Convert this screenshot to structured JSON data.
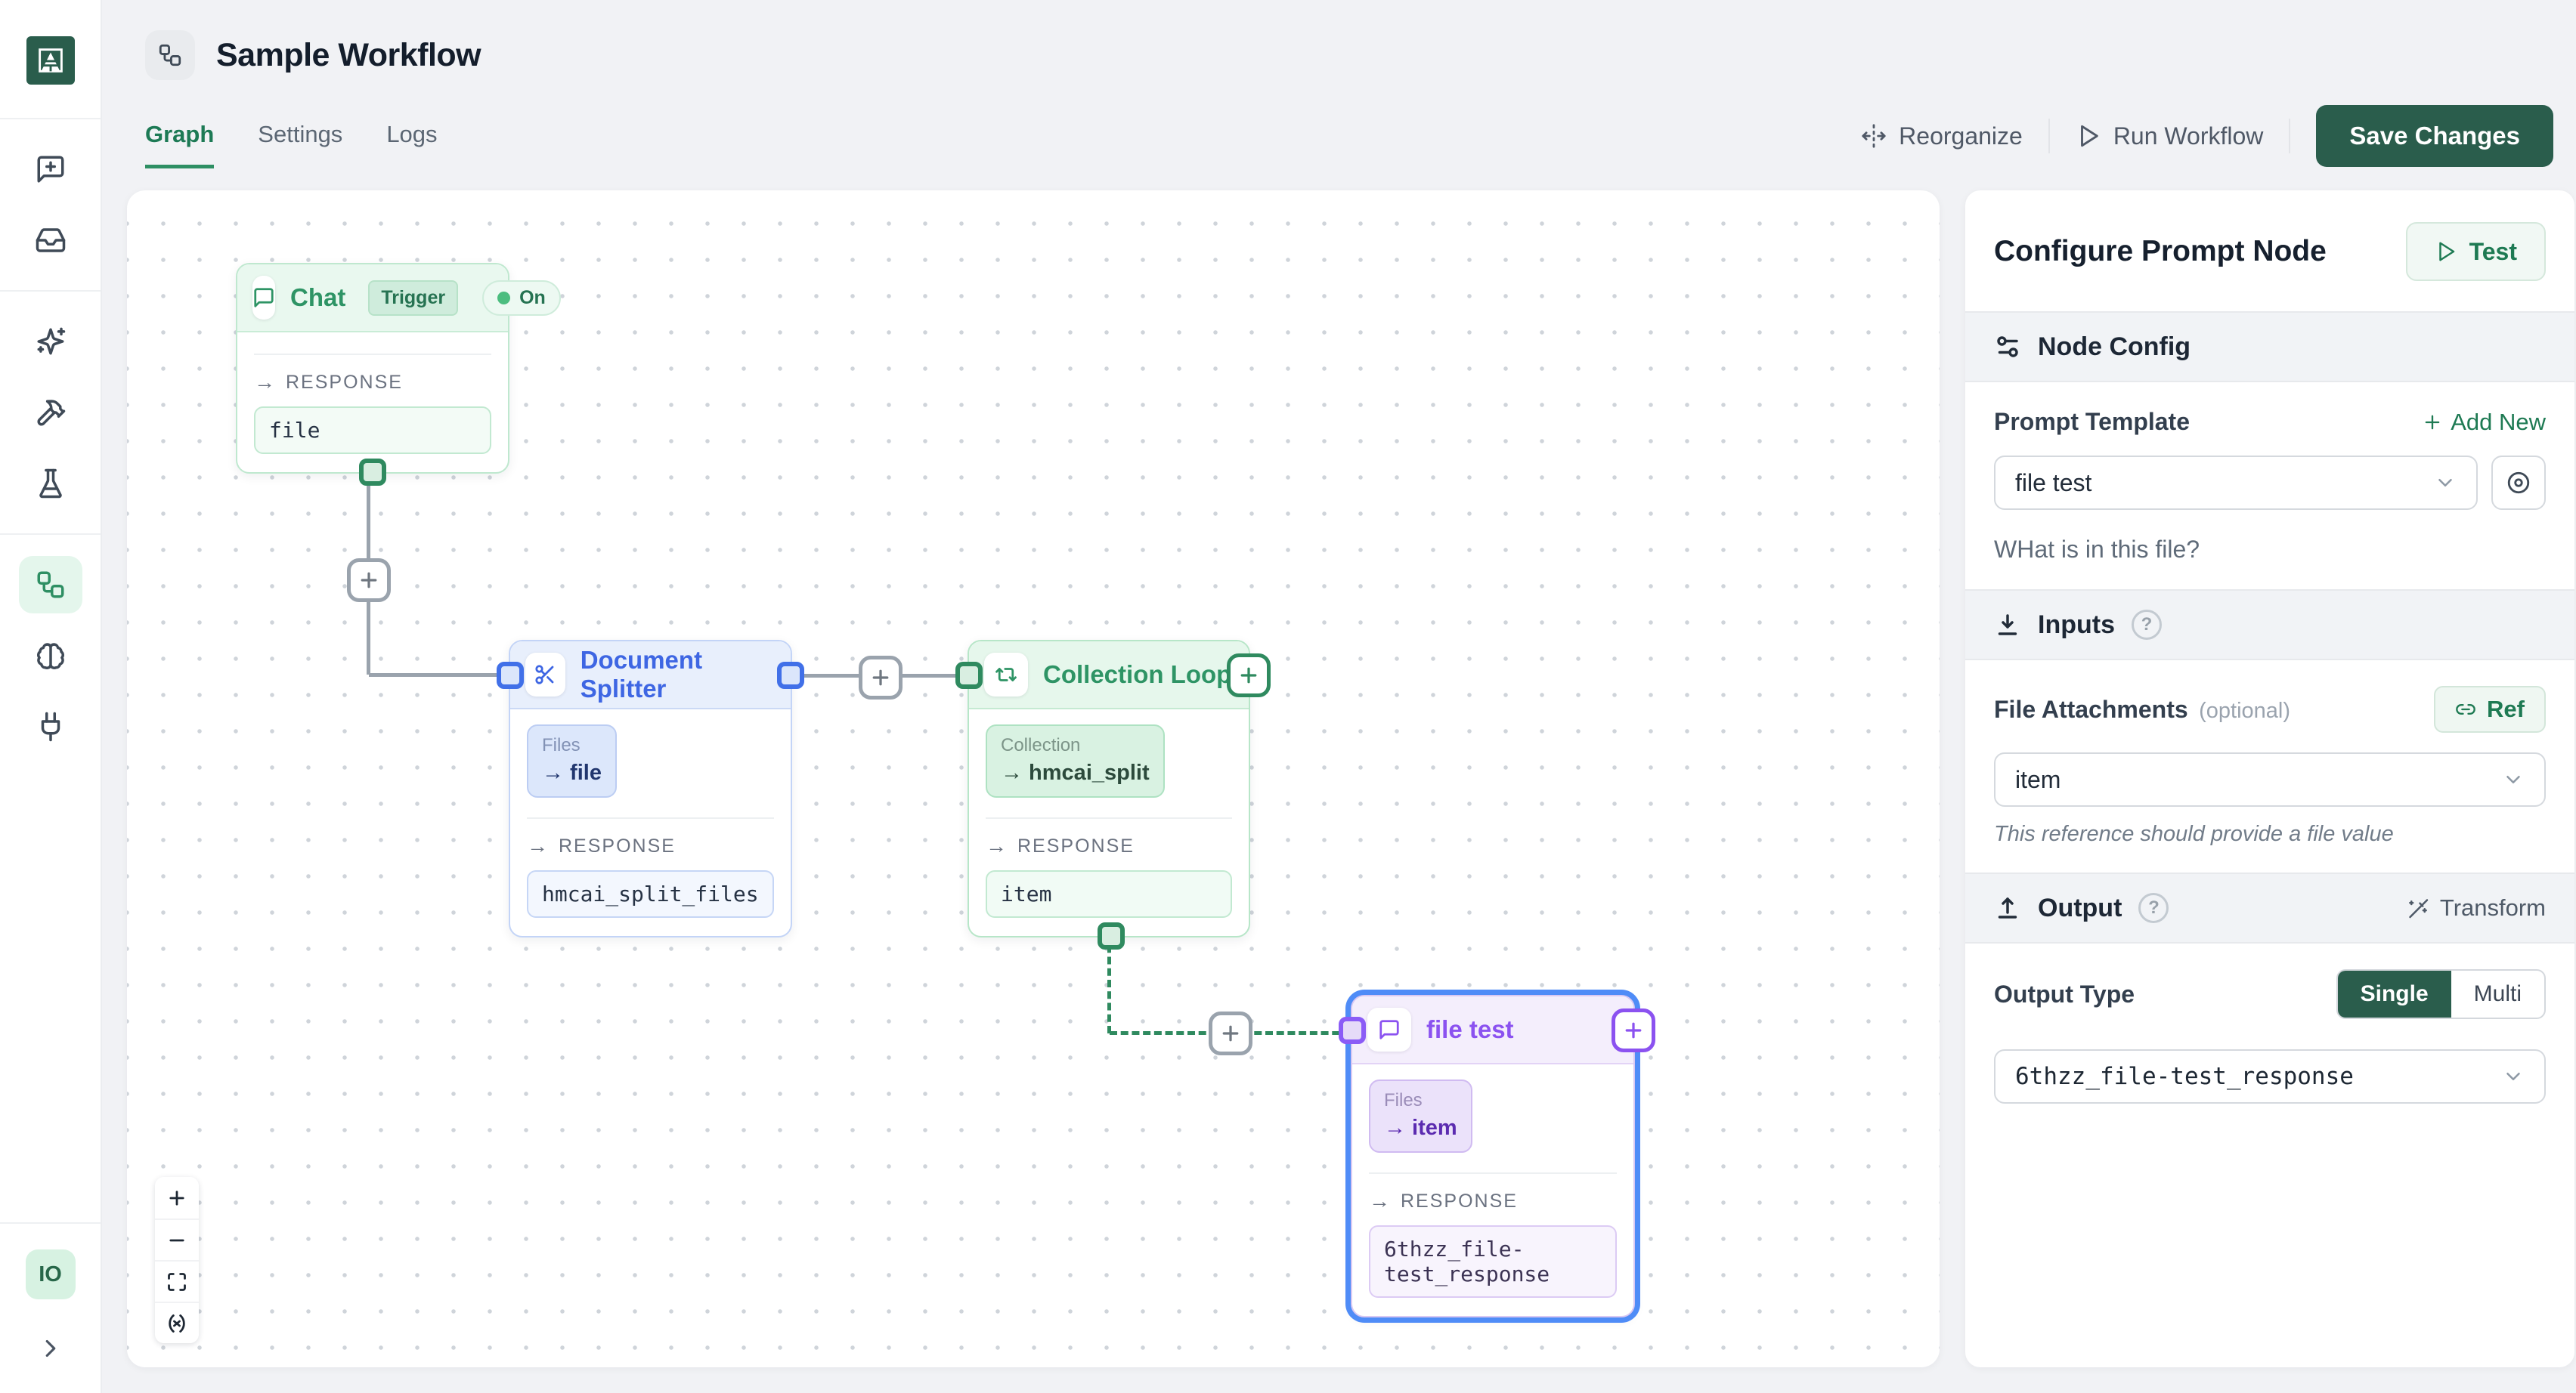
{
  "app": {
    "title": "Sample Workflow",
    "tabs": [
      {
        "label": "Graph",
        "active": true
      },
      {
        "label": "Settings",
        "active": false
      },
      {
        "label": "Logs",
        "active": false
      }
    ],
    "actions": {
      "reorganize": "Reorganize",
      "run_workflow": "Run Workflow",
      "save_changes": "Save Changes"
    }
  },
  "sidebar": {
    "avatar_initials": "IO",
    "items": [
      "message-square-plus-icon",
      "inbox-icon",
      "sparkles-icon",
      "hammer-icon",
      "flask-icon",
      "workflow-icon (active)",
      "brain-icon",
      "plug-icon"
    ]
  },
  "icons": {
    "arrow_right": "→",
    "help": "?"
  },
  "canvas": {
    "nodes": {
      "chat": {
        "title": "Chat",
        "badge": "Trigger",
        "status": "On",
        "response_label": "RESPONSE",
        "response_value": "file"
      },
      "splitter": {
        "title": "Document Splitter",
        "input_label": "Files",
        "input_value": "→ file",
        "response_label": "RESPONSE",
        "response_value": "hmcai_split_files"
      },
      "loop": {
        "title": "Collection Loop",
        "input_label": "Collection",
        "input_value": "→ hmcai_split",
        "response_label": "RESPONSE",
        "response_value": "item"
      },
      "file_test": {
        "title": "file test",
        "input_label": "Files",
        "input_value": "→ item",
        "response_label": "RESPONSE",
        "response_value": "6thzz_file-test_response"
      }
    },
    "controls": [
      "zoom-in",
      "zoom-out",
      "fit-view",
      "variables"
    ]
  },
  "panel": {
    "title": "Configure Prompt Node",
    "test_label": "Test",
    "node_config": {
      "section_title": "Node Config",
      "prompt_template_label": "Prompt Template",
      "add_new_label": "Add New",
      "prompt_template_value": "file test",
      "prompt_preview": "WHat is in this file?"
    },
    "inputs": {
      "section_title": "Inputs",
      "file_attachments_label": "File Attachments",
      "optional_label": "(optional)",
      "ref_label": "Ref",
      "value": "item",
      "helper": "This reference should provide a file value"
    },
    "output": {
      "section_title": "Output",
      "transform_label": "Transform",
      "output_type_label": "Output Type",
      "single_label": "Single",
      "multi_label": "Multi",
      "value": "6thzz_file-test_response"
    }
  },
  "colors": {
    "brand_green_dark": "#2a5d4c",
    "accent_green": "#2e8f63",
    "node_blue": "#3e66e3",
    "node_purple": "#8b52f0",
    "selection_blue": "#4f8cf7",
    "status_on_dot": "#4cbd7f"
  }
}
